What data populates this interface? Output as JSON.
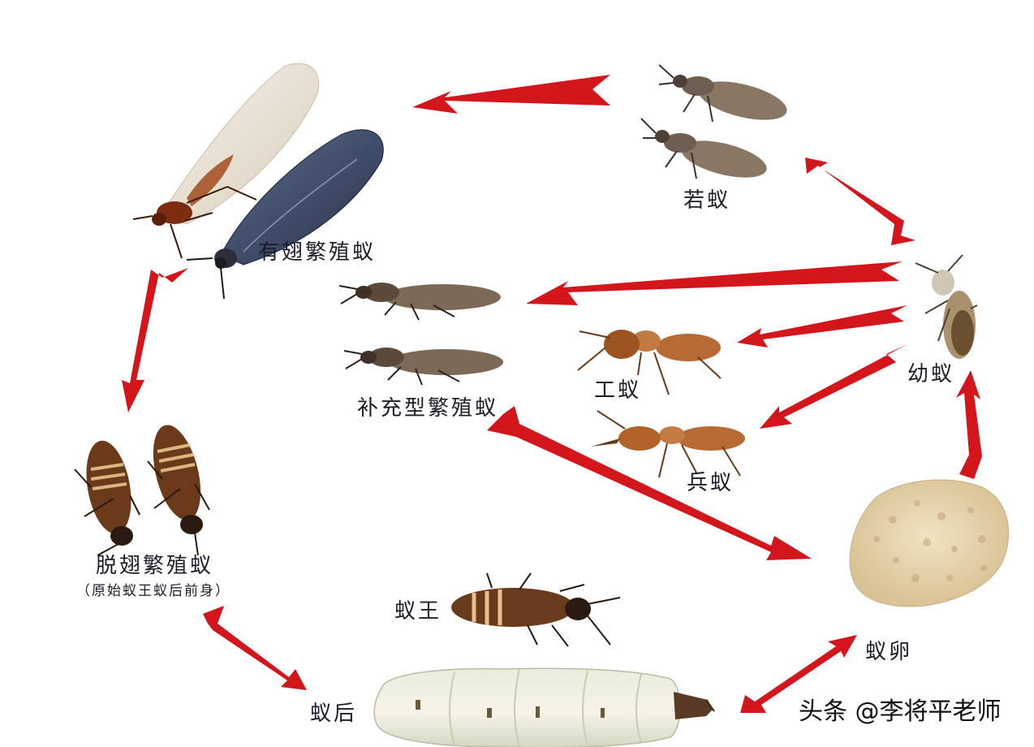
{
  "labels": {
    "nymph": "若蚁",
    "winged_reproductive": "有翅繁殖蚁",
    "supplementary_reproductive": "补充型繁殖蚁",
    "worker": "工蚁",
    "larva": "幼蚁",
    "soldier": "兵蚁",
    "dealate_reproductive": "脱翅繁殖蚁",
    "dealate_note": "（原始蚁王蚁后前身）",
    "king": "蚁王",
    "egg": "蚁卵",
    "queen": "蚁后"
  },
  "watermark": "头条 @李将平老师",
  "colors": {
    "arrow": "#d3161c",
    "label": "#1c1c2a",
    "background": "#ffffff"
  }
}
